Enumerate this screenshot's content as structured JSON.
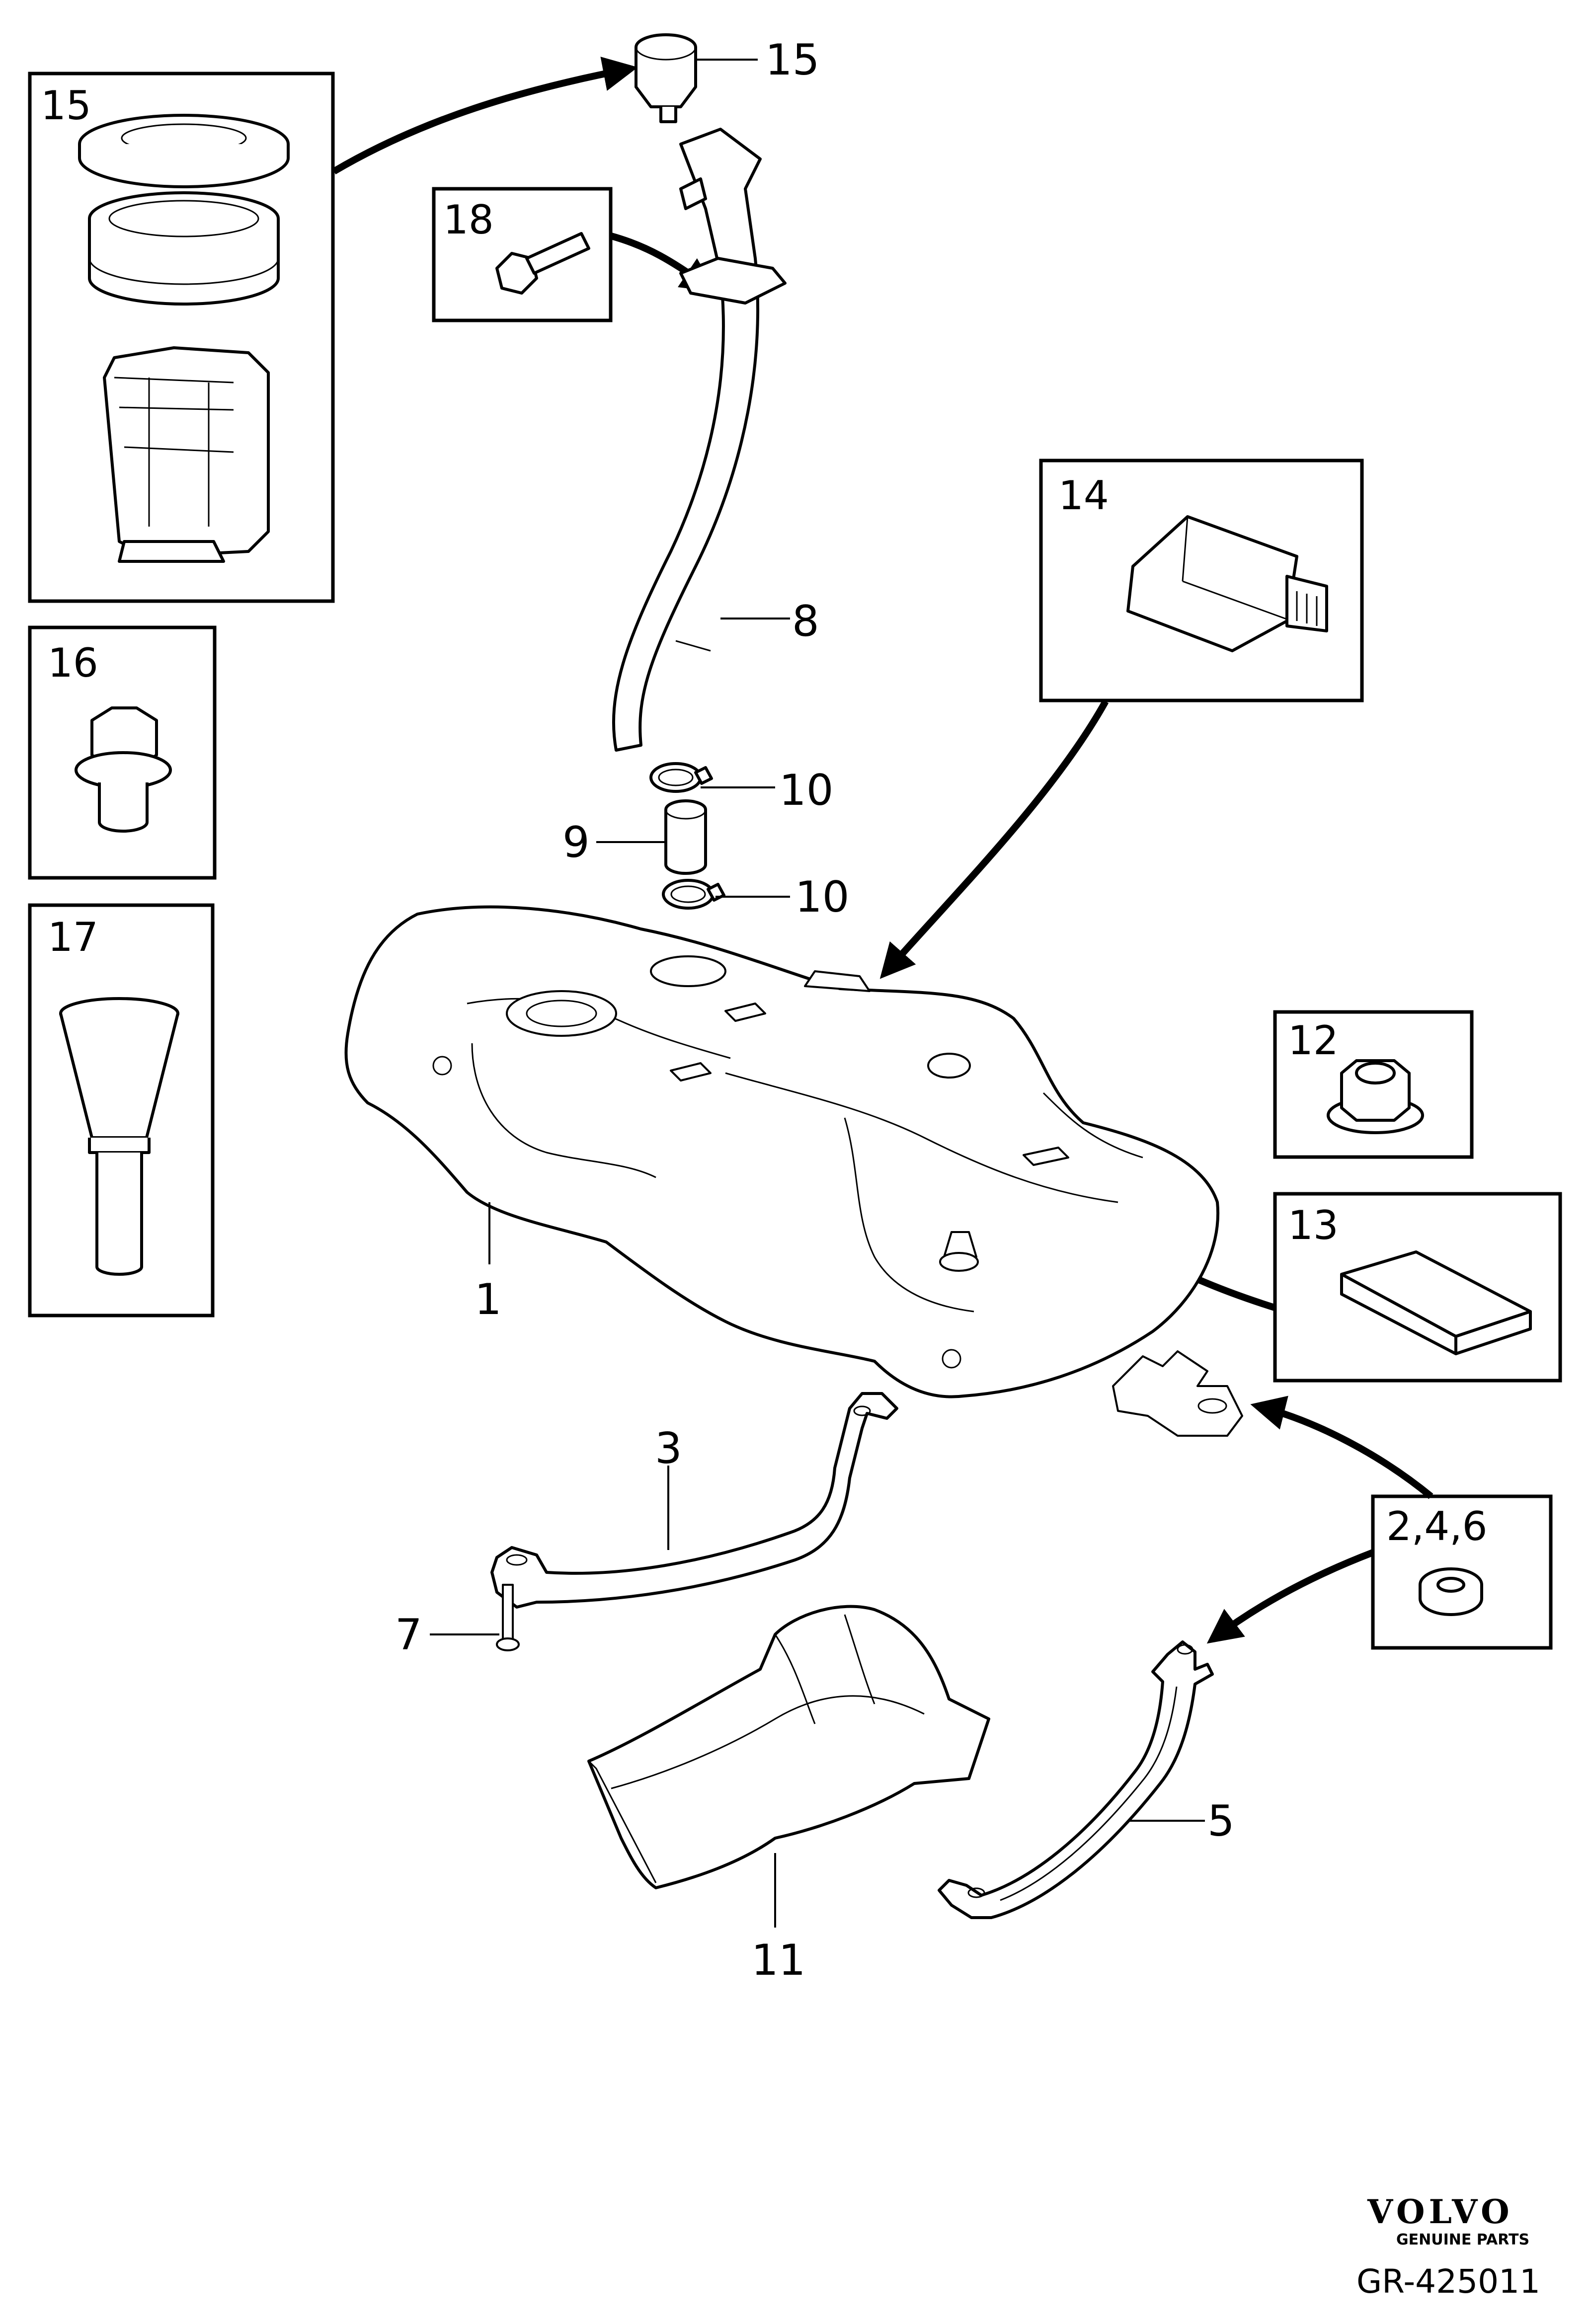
{
  "diagram": {
    "callouts": [
      "1",
      "3",
      "5",
      "7",
      "8",
      "9",
      "10",
      "10",
      "11",
      "15"
    ],
    "insets": [
      "15",
      "16",
      "17",
      "18",
      "14",
      "12",
      "13",
      "2,4,6"
    ]
  },
  "footer": {
    "brand": "VOLVO",
    "brand_sub": "GENUINE PARTS",
    "reference": "GR-425011"
  }
}
